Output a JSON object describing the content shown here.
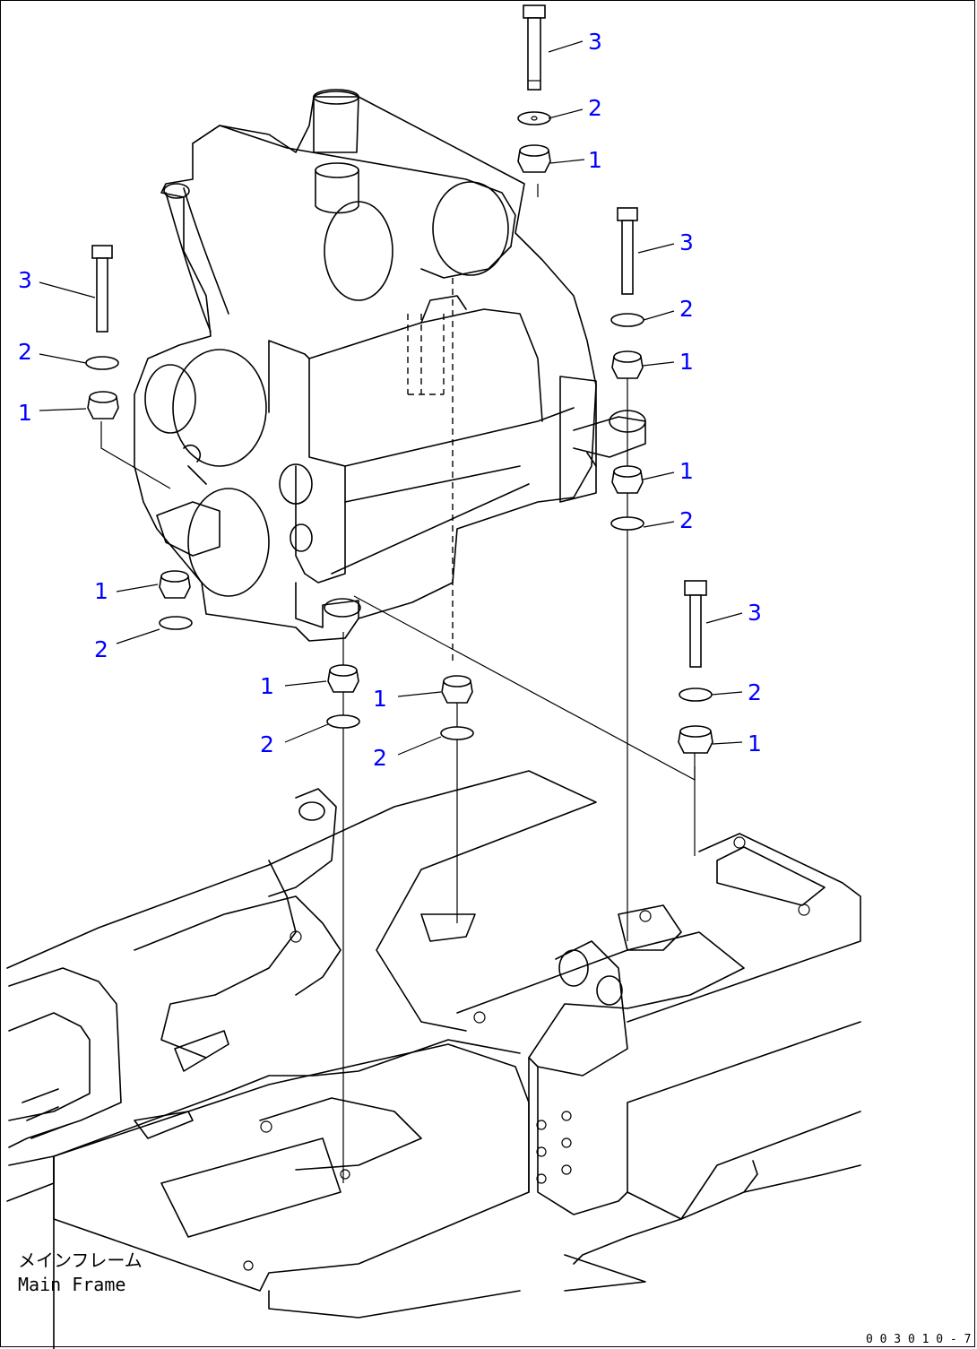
{
  "callouts": [
    {
      "id": "c3a",
      "num": "3"
    },
    {
      "id": "c2a",
      "num": "2"
    },
    {
      "id": "c1a",
      "num": "1"
    },
    {
      "id": "c3b",
      "num": "3"
    },
    {
      "id": "c2b",
      "num": "2"
    },
    {
      "id": "c1b",
      "num": "1"
    },
    {
      "id": "c1c",
      "num": "1"
    },
    {
      "id": "c2c",
      "num": "2"
    },
    {
      "id": "c3c",
      "num": "3"
    },
    {
      "id": "c2d",
      "num": "2"
    },
    {
      "id": "c1d",
      "num": "1"
    },
    {
      "id": "c1e",
      "num": "1"
    },
    {
      "id": "c2e",
      "num": "2"
    },
    {
      "id": "c1f",
      "num": "1"
    },
    {
      "id": "c2f",
      "num": "2"
    },
    {
      "id": "c1g",
      "num": "1"
    },
    {
      "id": "c2g",
      "num": "2"
    },
    {
      "id": "c3d",
      "num": "3"
    },
    {
      "id": "c2h",
      "num": "2"
    },
    {
      "id": "c1h",
      "num": "1"
    }
  ],
  "main_frame_label_jp": "メインフレーム",
  "main_frame_label_en": "Main Frame",
  "drawing_code": "0 0 3 0 1 0 - 7",
  "colors": {
    "callout": "#0000ff",
    "line": "#000000",
    "background": "#ffffff"
  }
}
